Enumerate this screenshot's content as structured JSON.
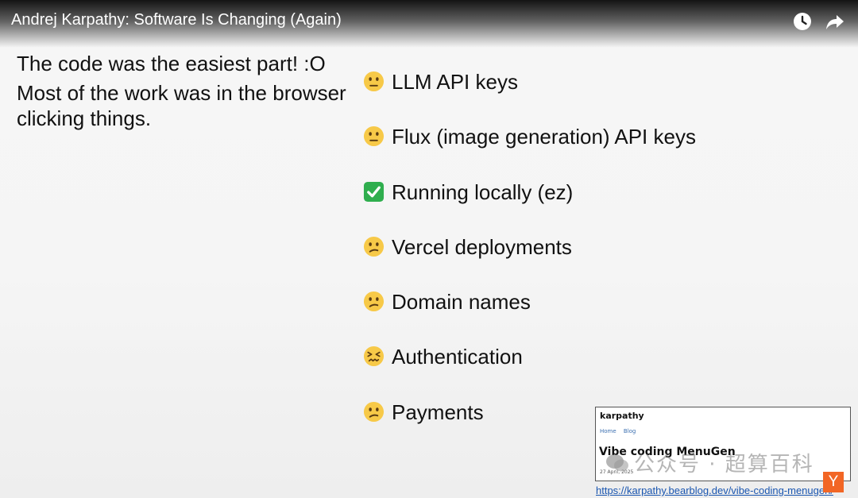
{
  "video": {
    "title": "Andrej Karpathy: Software Is Changing (Again)",
    "icons": [
      "watch-later-icon",
      "share-icon"
    ]
  },
  "slide": {
    "left_line1": "The code was the easiest part! :O",
    "left_line2": "Most of the work was in the browser clicking things.",
    "items": [
      {
        "emoji": "neutral-face-icon",
        "label": "LLM API keys"
      },
      {
        "emoji": "neutral-face-icon",
        "label": "Flux (image generation) API keys"
      },
      {
        "emoji": "check-mark-icon",
        "label": "Running locally (ez)"
      },
      {
        "emoji": "confused-face-icon",
        "label": "Vercel deployments"
      },
      {
        "emoji": "confused-face-icon",
        "label": "Domain names"
      },
      {
        "emoji": "confounded-face-icon",
        "label": "Authentication"
      },
      {
        "emoji": "confused-face-icon",
        "label": "Payments"
      }
    ]
  },
  "blog": {
    "site": "karpathy",
    "nav_home": "Home",
    "nav_blog": "Blog",
    "post_title": "Vibe coding MenuGen",
    "date": "27 April, 2025",
    "url": "https://karpathy.bearblog.dev/vibe-coding-menugen/"
  },
  "watermark": {
    "text": "公众号 · 超算百科",
    "icon": "wechat-icon"
  },
  "badge": {
    "label": "Y",
    "color": "#f26625"
  },
  "colors": {
    "emoji_face": "#f7c948",
    "check_green": "#2fae4e",
    "link": "#1a56b0"
  }
}
